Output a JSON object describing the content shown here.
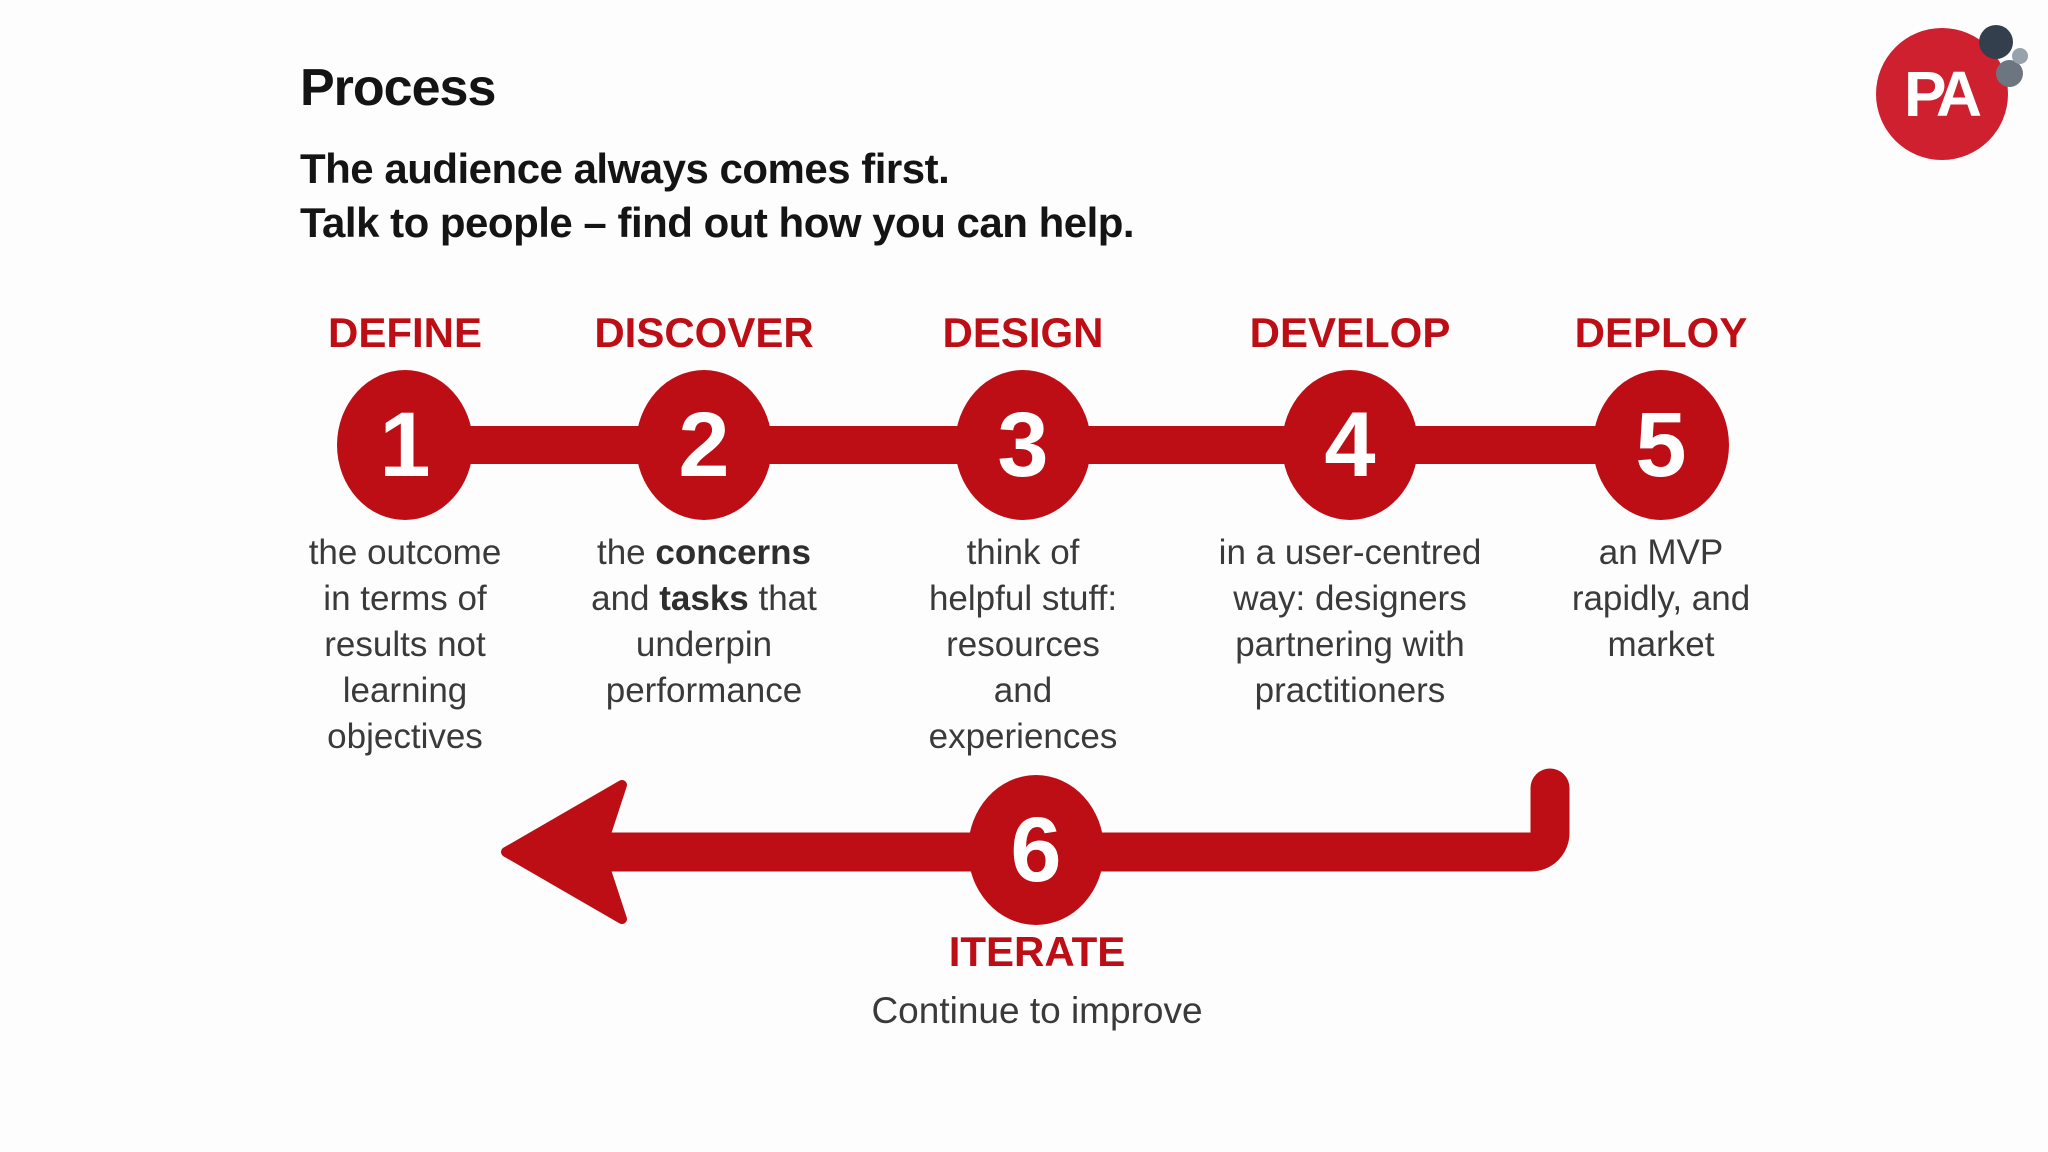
{
  "slide": {
    "title": "Process",
    "subtitle_line1": "The audience always comes first.",
    "subtitle_line2": "Talk to people – find out how you can help."
  },
  "colors": {
    "brand_red": "#bd0e15",
    "text_dark": "#141414",
    "description_gray": "#3a3a3a",
    "logo_red": "#cf2030",
    "logo_navy": "#333f4d",
    "logo_gray": "#6b7680",
    "logo_light_gray": "#97a2ac"
  },
  "steps": [
    {
      "number": "1",
      "label": "DEFINE",
      "description": [
        {
          "text": "the outcome\nin terms of\nresults not\nlearning\nobjectives",
          "bold": false
        }
      ]
    },
    {
      "number": "2",
      "label": "DISCOVER",
      "description": [
        {
          "text": "the ",
          "bold": false
        },
        {
          "text": "concerns",
          "bold": true
        },
        {
          "text": "\nand ",
          "bold": false
        },
        {
          "text": "tasks",
          "bold": true
        },
        {
          "text": " that\nunderpin\nperformance",
          "bold": false
        }
      ]
    },
    {
      "number": "3",
      "label": "DESIGN",
      "description": [
        {
          "text": "think of\nhelpful stuff:\nresources\nand\nexperiences",
          "bold": false
        }
      ]
    },
    {
      "number": "4",
      "label": "DEVELOP",
      "description": [
        {
          "text": "in a user-centred\nway: designers\npartnering with\npractitioners",
          "bold": false
        }
      ]
    },
    {
      "number": "5",
      "label": "DEPLOY",
      "description": [
        {
          "text": "an MVP\nrapidly, and\nmarket",
          "bold": false
        }
      ]
    }
  ],
  "iterate": {
    "number": "6",
    "label": "ITERATE",
    "caption": "Continue to improve"
  },
  "logo": {
    "text": "PA"
  }
}
